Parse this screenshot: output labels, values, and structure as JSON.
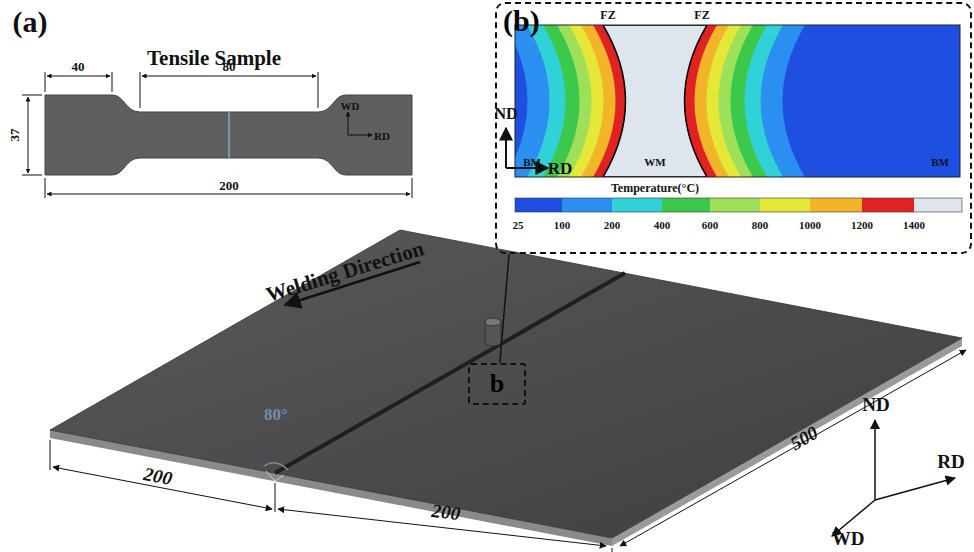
{
  "diagram": {
    "nodes": [
      {
        "text": [
          "(b)"
        ]
      },
      {
        "text": [
          "b"
        ]
      }
    ],
    "edges": [
      {
        "from": 1,
        "to": 0,
        "arrow": "none"
      }
    ],
    "labels": [
      "(a)",
      "Tensile Sample",
      "40",
      "80",
      "37",
      "200",
      "WD",
      "RD",
      "FZ",
      "FZ",
      "ND",
      "RD",
      "BM",
      "WM",
      "BM",
      "Temperature(°C)",
      "25",
      "100",
      "200",
      "400",
      "600",
      "800",
      "1000",
      "1200",
      "1400",
      "Welding Direction",
      "80°",
      "200",
      "200",
      "500",
      "ND",
      "RD",
      "WD"
    ]
  }
}
